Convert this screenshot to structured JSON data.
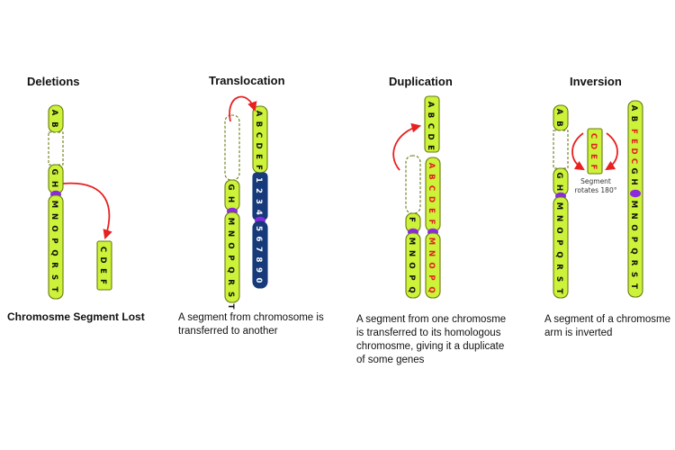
{
  "panels": [
    {
      "id": "deletions",
      "title": "Deletions",
      "caption_lines": [
        "Chromosme Segment Lost"
      ],
      "chromosome_top": [
        "A",
        "B"
      ],
      "chromosome_middle": [
        "G",
        "H"
      ],
      "chromosome_bottom": [
        "M",
        "N",
        "O",
        "P",
        "Q",
        "R",
        "S",
        "T"
      ],
      "lost_segment": [
        "C",
        "D",
        "E",
        "F"
      ]
    },
    {
      "id": "translocation",
      "title": "Translocation",
      "caption_lines": [
        "A segment from chromosome is",
        "transferred to another"
      ],
      "donor_top": [
        "G",
        "H"
      ],
      "donor_bottom": [
        "M",
        "N",
        "O",
        "P",
        "Q",
        "R",
        "S",
        "T"
      ],
      "receiver_top": [
        "A",
        "B",
        "C",
        "D",
        "E",
        "F"
      ],
      "receiver_upper": [
        "1",
        "2",
        "3",
        "4"
      ],
      "receiver_lower": [
        "5",
        "6",
        "7",
        "8",
        "9",
        "0"
      ]
    },
    {
      "id": "duplication",
      "title": "Duplication",
      "caption_lines": [
        "A segment from one chromosme",
        "is transferred to its homologous",
        "chromosme, giving it a duplicate",
        "of some  genes"
      ],
      "donor_top": [
        "F"
      ],
      "donor_bottom": [
        "M",
        "N",
        "O",
        "P",
        "Q"
      ],
      "moved_segment": [
        "A",
        "B",
        "C",
        "D",
        "E"
      ],
      "receiver_top": [
        "A",
        "B",
        "C",
        "D",
        "E",
        "F"
      ],
      "receiver_bottom": [
        "M",
        "N",
        "O",
        "P",
        "Q"
      ]
    },
    {
      "id": "inversion",
      "title": "Inversion",
      "caption_lines": [
        "A segment of a chromosme",
        "arm is inverted"
      ],
      "original_top": [
        "A",
        "B"
      ],
      "original_middle": [
        "G",
        "H"
      ],
      "original_bottom": [
        "M",
        "N",
        "O",
        "P",
        "Q",
        "R",
        "S",
        "T"
      ],
      "rotating_segment": [
        "C",
        "D",
        "E",
        "F"
      ],
      "rotate_label_lines": [
        "Segment",
        "rotates 180°"
      ],
      "inverted_top": [
        "A",
        "B"
      ],
      "inverted_middle": [
        "F",
        "E",
        "D",
        "C"
      ],
      "inverted_lower": [
        "G",
        "H"
      ],
      "inverted_bottom": [
        "M",
        "N",
        "O",
        "P",
        "Q",
        "R",
        "S",
        "T"
      ]
    }
  ],
  "colors": {
    "chromosome_fill": "#ccf23a",
    "outline": "#6a7a10",
    "centromere": "#8a2be2",
    "translocated_fill": "#163a7a",
    "highlight_letters": "#e02020",
    "arrow": "#e82020"
  }
}
